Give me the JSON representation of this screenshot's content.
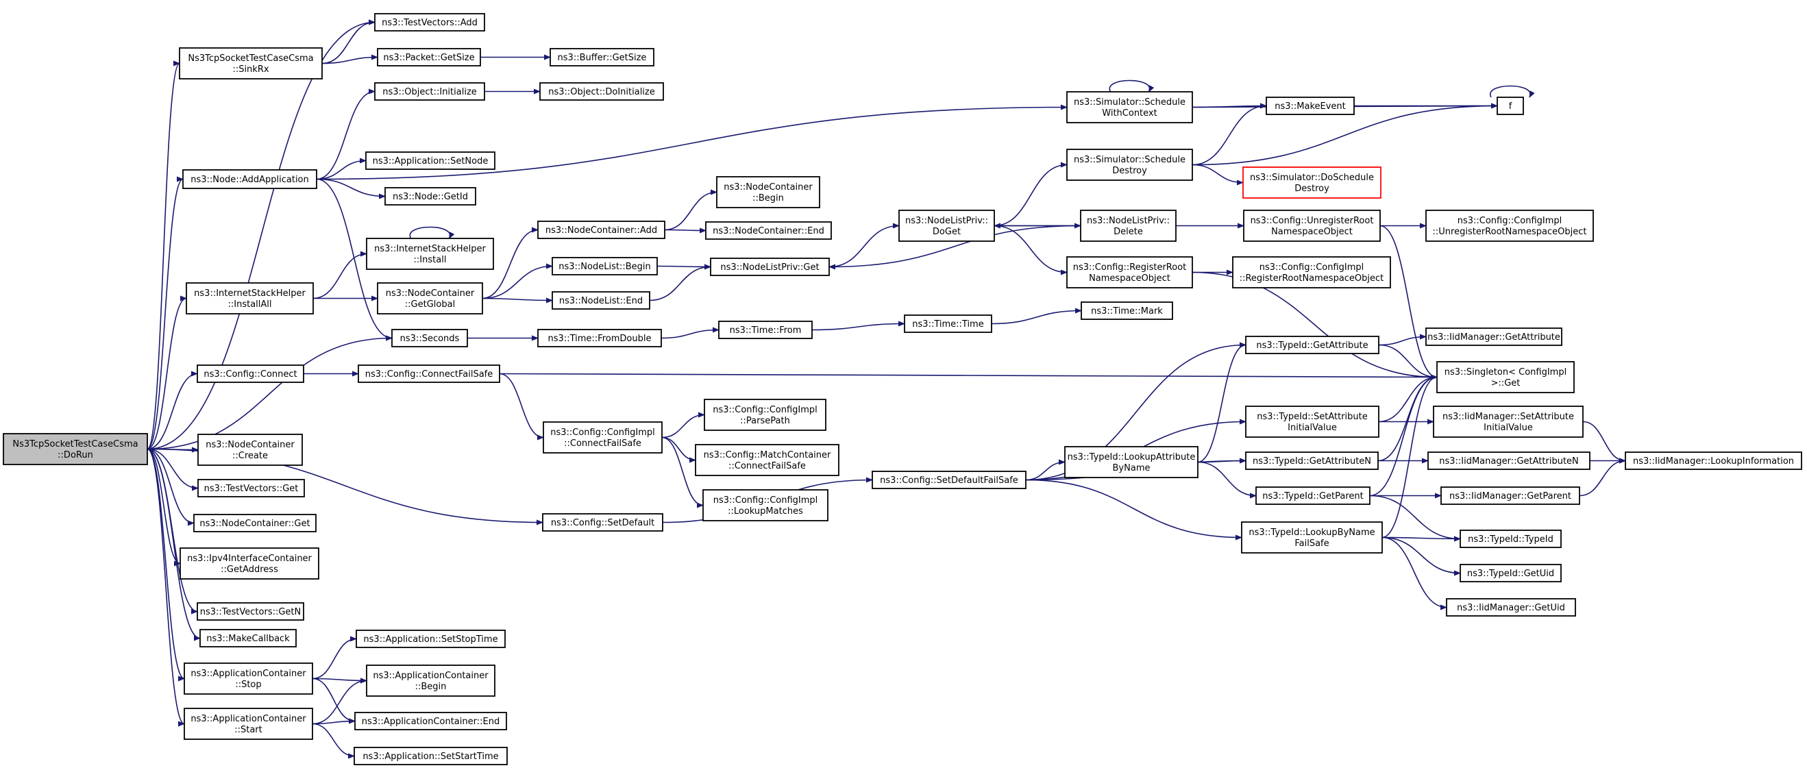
{
  "root": "dorun",
  "colors": {
    "edge": "#191970",
    "root_fill": "#bfbfbf",
    "truncated_border": "#ff0000",
    "border": "#000000"
  },
  "nodes": [
    {
      "id": "dorun",
      "lines": [
        "Ns3TcpSocketTestCaseCsma",
        "::DoRun"
      ],
      "root": true
    },
    {
      "id": "tv_add",
      "lines": [
        "ns3::TestVectors::Add"
      ]
    },
    {
      "id": "sinkrx",
      "lines": [
        "Ns3TcpSocketTestCaseCsma",
        "::SinkRx"
      ]
    },
    {
      "id": "pkt_getsize",
      "lines": [
        "ns3::Packet::GetSize"
      ]
    },
    {
      "id": "buf_getsize",
      "lines": [
        "ns3::Buffer::GetSize"
      ]
    },
    {
      "id": "obj_init",
      "lines": [
        "ns3::Object::Initialize"
      ]
    },
    {
      "id": "obj_doinit",
      "lines": [
        "ns3::Object::DoInitialize"
      ]
    },
    {
      "id": "sim_swc",
      "lines": [
        "ns3::Simulator::Schedule",
        "WithContext"
      ]
    },
    {
      "id": "makeevent",
      "lines": [
        "ns3::MakeEvent"
      ]
    },
    {
      "id": "f",
      "lines": [
        "f"
      ]
    },
    {
      "id": "node_addapp",
      "lines": [
        "ns3::Node::AddApplication"
      ]
    },
    {
      "id": "app_setnode",
      "lines": [
        "ns3::Application::SetNode"
      ]
    },
    {
      "id": "node_getid",
      "lines": [
        "ns3::Node::GetId"
      ]
    },
    {
      "id": "sim_sd",
      "lines": [
        "ns3::Simulator::Schedule",
        "Destroy"
      ]
    },
    {
      "id": "sim_dosd",
      "lines": [
        "ns3::Simulator::DoSchedule",
        "Destroy"
      ],
      "truncated": true
    },
    {
      "id": "nc_begin",
      "lines": [
        "ns3::NodeContainer",
        "::Begin"
      ]
    },
    {
      "id": "nc_add",
      "lines": [
        "ns3::NodeContainer::Add"
      ]
    },
    {
      "id": "nc_end",
      "lines": [
        "ns3::NodeContainer::End"
      ]
    },
    {
      "id": "ish_install",
      "lines": [
        "ns3::InternetStackHelper",
        "::Install"
      ]
    },
    {
      "id": "nlp_doget",
      "lines": [
        "ns3::NodeListPriv::",
        "DoGet"
      ]
    },
    {
      "id": "nlp_delete",
      "lines": [
        "ns3::NodeListPriv::",
        "Delete"
      ]
    },
    {
      "id": "cfg_unreg",
      "lines": [
        "ns3::Config::UnregisterRoot",
        "NamespaceObject"
      ]
    },
    {
      "id": "cfgimpl_unreg",
      "lines": [
        "ns3::Config::ConfigImpl",
        "::UnregisterRootNamespaceObject"
      ]
    },
    {
      "id": "nl_begin",
      "lines": [
        "ns3::NodeList::Begin"
      ]
    },
    {
      "id": "nlp_get",
      "lines": [
        "ns3::NodeListPriv::Get"
      ]
    },
    {
      "id": "cfg_reg",
      "lines": [
        "ns3::Config::RegisterRoot",
        "NamespaceObject"
      ]
    },
    {
      "id": "cfgimpl_reg",
      "lines": [
        "ns3::Config::ConfigImpl",
        "::RegisterRootNamespaceObject"
      ]
    },
    {
      "id": "ish_installall",
      "lines": [
        "ns3::InternetStackHelper",
        "::InstallAll"
      ]
    },
    {
      "id": "nc_getglobal",
      "lines": [
        "ns3::NodeContainer",
        "::GetGlobal"
      ]
    },
    {
      "id": "nl_end",
      "lines": [
        "ns3::NodeList::End"
      ]
    },
    {
      "id": "time_mark",
      "lines": [
        "ns3::Time::Mark"
      ]
    },
    {
      "id": "seconds",
      "lines": [
        "ns3::Seconds"
      ]
    },
    {
      "id": "time_fromdouble",
      "lines": [
        "ns3::Time::FromDouble"
      ]
    },
    {
      "id": "time_from",
      "lines": [
        "ns3::Time::From"
      ]
    },
    {
      "id": "time_time",
      "lines": [
        "ns3::Time::Time"
      ]
    },
    {
      "id": "tid_getattr",
      "lines": [
        "ns3::TypeId::GetAttribute"
      ]
    },
    {
      "id": "iid_getattr",
      "lines": [
        "ns3::IidManager::GetAttribute"
      ]
    },
    {
      "id": "cfg_connect",
      "lines": [
        "ns3::Config::Connect"
      ]
    },
    {
      "id": "cfg_cfs",
      "lines": [
        "ns3::Config::ConnectFailSafe"
      ]
    },
    {
      "id": "singleton",
      "lines": [
        "ns3::Singleton< ConfigImpl",
        ">::Get"
      ]
    },
    {
      "id": "cfgimpl_parsepath",
      "lines": [
        "ns3::Config::ConfigImpl",
        "::ParsePath"
      ]
    },
    {
      "id": "cfgimpl_cfs",
      "lines": [
        "ns3::Config::ConfigImpl",
        "::ConnectFailSafe"
      ]
    },
    {
      "id": "tid_setattr",
      "lines": [
        "ns3::TypeId::SetAttribute",
        "InitialValue"
      ]
    },
    {
      "id": "iid_setattr",
      "lines": [
        "ns3::IidManager::SetAttribute",
        "InitialValue"
      ]
    },
    {
      "id": "nc_create",
      "lines": [
        "ns3::NodeContainer",
        "::Create"
      ]
    },
    {
      "id": "mc_cfs",
      "lines": [
        "ns3::Config::MatchContainer",
        "::ConnectFailSafe"
      ]
    },
    {
      "id": "cfg_sdfs",
      "lines": [
        "ns3::Config::SetDefaultFailSafe"
      ]
    },
    {
      "id": "tid_lab",
      "lines": [
        "ns3::TypeId::LookupAttribute",
        "ByName"
      ]
    },
    {
      "id": "tid_getattrn",
      "lines": [
        "ns3::TypeId::GetAttributeN"
      ]
    },
    {
      "id": "iid_getattrn",
      "lines": [
        "ns3::IidManager::GetAttributeN"
      ]
    },
    {
      "id": "iid_lookupinfo",
      "lines": [
        "ns3::IidManager::LookupInformation"
      ]
    },
    {
      "id": "tv_get",
      "lines": [
        "ns3::TestVectors::Get"
      ]
    },
    {
      "id": "cfgimpl_lm",
      "lines": [
        "ns3::Config::ConfigImpl",
        "::LookupMatches"
      ]
    },
    {
      "id": "tid_getparent",
      "lines": [
        "ns3::TypeId::GetParent"
      ]
    },
    {
      "id": "iid_getparent",
      "lines": [
        "ns3::IidManager::GetParent"
      ]
    },
    {
      "id": "nc_get",
      "lines": [
        "ns3::NodeContainer::Get"
      ]
    },
    {
      "id": "cfg_setdefault",
      "lines": [
        "ns3::Config::SetDefault"
      ]
    },
    {
      "id": "tid_lbnfs",
      "lines": [
        "ns3::TypeId::LookupByName",
        "FailSafe"
      ]
    },
    {
      "id": "tid_typeid",
      "lines": [
        "ns3::TypeId::TypeId"
      ]
    },
    {
      "id": "ipv4_getaddr",
      "lines": [
        "ns3::Ipv4InterfaceContainer",
        "::GetAddress"
      ]
    },
    {
      "id": "tid_getuid",
      "lines": [
        "ns3::TypeId::GetUid"
      ]
    },
    {
      "id": "tv_getn",
      "lines": [
        "ns3::TestVectors::GetN"
      ]
    },
    {
      "id": "iid_getuid",
      "lines": [
        "ns3::IidManager::GetUid"
      ]
    },
    {
      "id": "makecallback",
      "lines": [
        "ns3::MakeCallback"
      ]
    },
    {
      "id": "app_setstop",
      "lines": [
        "ns3::Application::SetStopTime"
      ]
    },
    {
      "id": "ac_stop",
      "lines": [
        "ns3::ApplicationContainer",
        "::Stop"
      ]
    },
    {
      "id": "ac_begin",
      "lines": [
        "ns3::ApplicationContainer",
        "::Begin"
      ]
    },
    {
      "id": "ac_start",
      "lines": [
        "ns3::ApplicationContainer",
        "::Start"
      ]
    },
    {
      "id": "ac_end",
      "lines": [
        "ns3::ApplicationContainer::End"
      ]
    },
    {
      "id": "app_setstart",
      "lines": [
        "ns3::Application::SetStartTime"
      ]
    }
  ],
  "edges": [
    [
      "dorun",
      "tv_add"
    ],
    [
      "dorun",
      "sinkrx"
    ],
    [
      "dorun",
      "node_addapp"
    ],
    [
      "dorun",
      "ish_installall"
    ],
    [
      "dorun",
      "seconds"
    ],
    [
      "dorun",
      "cfg_connect"
    ],
    [
      "dorun",
      "nc_create"
    ],
    [
      "dorun",
      "tv_get"
    ],
    [
      "dorun",
      "nc_get"
    ],
    [
      "dorun",
      "ipv4_getaddr"
    ],
    [
      "dorun",
      "tv_getn"
    ],
    [
      "dorun",
      "makecallback"
    ],
    [
      "dorun",
      "ac_stop"
    ],
    [
      "dorun",
      "ac_start"
    ],
    [
      "dorun",
      "cfg_setdefault"
    ],
    [
      "sinkrx",
      "tv_add"
    ],
    [
      "sinkrx",
      "pkt_getsize"
    ],
    [
      "pkt_getsize",
      "buf_getsize"
    ],
    [
      "node_addapp",
      "obj_init"
    ],
    [
      "node_addapp",
      "sim_swc"
    ],
    [
      "node_addapp",
      "app_setnode"
    ],
    [
      "node_addapp",
      "node_getid"
    ],
    [
      "node_addapp",
      "seconds"
    ],
    [
      "obj_init",
      "obj_doinit"
    ],
    [
      "sim_swc",
      "sim_swc"
    ],
    [
      "sim_swc",
      "makeevent"
    ],
    [
      "sim_swc",
      "f"
    ],
    [
      "makeevent",
      "f"
    ],
    [
      "f",
      "f"
    ],
    [
      "sim_sd",
      "makeevent"
    ],
    [
      "sim_sd",
      "f"
    ],
    [
      "sim_sd",
      "sim_dosd"
    ],
    [
      "ish_installall",
      "ish_install"
    ],
    [
      "ish_installall",
      "nc_getglobal"
    ],
    [
      "ish_install",
      "ish_install"
    ],
    [
      "nc_getglobal",
      "nc_add"
    ],
    [
      "nc_getglobal",
      "nl_begin"
    ],
    [
      "nc_getglobal",
      "nl_end"
    ],
    [
      "nc_add",
      "nc_begin"
    ],
    [
      "nc_add",
      "nc_end"
    ],
    [
      "nl_begin",
      "nlp_get"
    ],
    [
      "nl_end",
      "nlp_get"
    ],
    [
      "nlp_get",
      "nlp_doget"
    ],
    [
      "nlp_doget",
      "sim_sd"
    ],
    [
      "nlp_doget",
      "nlp_delete"
    ],
    [
      "nlp_doget",
      "cfg_reg"
    ],
    [
      "nlp_delete",
      "nlp_doget"
    ],
    [
      "nlp_delete",
      "nlp_get"
    ],
    [
      "nlp_delete",
      "cfg_unreg"
    ],
    [
      "cfg_unreg",
      "cfgimpl_unreg"
    ],
    [
      "cfg_unreg",
      "singleton"
    ],
    [
      "cfg_reg",
      "cfgimpl_reg"
    ],
    [
      "cfg_reg",
      "singleton"
    ],
    [
      "seconds",
      "time_fromdouble"
    ],
    [
      "time_fromdouble",
      "time_from"
    ],
    [
      "time_from",
      "time_time"
    ],
    [
      "time_time",
      "time_mark"
    ],
    [
      "cfg_connect",
      "cfg_cfs"
    ],
    [
      "cfg_cfs",
      "singleton"
    ],
    [
      "cfg_cfs",
      "cfgimpl_cfs"
    ],
    [
      "cfgimpl_cfs",
      "cfgimpl_parsepath"
    ],
    [
      "cfgimpl_cfs",
      "mc_cfs"
    ],
    [
      "cfgimpl_cfs",
      "cfgimpl_lm"
    ],
    [
      "cfg_setdefault",
      "cfg_sdfs"
    ],
    [
      "cfg_sdfs",
      "tid_getattr"
    ],
    [
      "cfg_sdfs",
      "tid_setattr"
    ],
    [
      "cfg_sdfs",
      "tid_lab"
    ],
    [
      "cfg_sdfs",
      "tid_getattrn"
    ],
    [
      "cfg_sdfs",
      "tid_lbnfs"
    ],
    [
      "tid_lab",
      "tid_getattr"
    ],
    [
      "tid_lab",
      "tid_getattrn"
    ],
    [
      "tid_lab",
      "tid_getparent"
    ],
    [
      "tid_getattr",
      "iid_getattr"
    ],
    [
      "tid_getattr",
      "singleton"
    ],
    [
      "tid_setattr",
      "singleton"
    ],
    [
      "tid_setattr",
      "iid_setattr"
    ],
    [
      "tid_getattrn",
      "singleton"
    ],
    [
      "tid_getattrn",
      "iid_getattrn"
    ],
    [
      "tid_getparent",
      "singleton"
    ],
    [
      "tid_getparent",
      "iid_getparent"
    ],
    [
      "tid_getparent",
      "tid_typeid"
    ],
    [
      "tid_lbnfs",
      "singleton"
    ],
    [
      "tid_lbnfs",
      "tid_typeid"
    ],
    [
      "tid_lbnfs",
      "tid_getuid"
    ],
    [
      "tid_lbnfs",
      "iid_getuid"
    ],
    [
      "iid_setattr",
      "iid_lookupinfo"
    ],
    [
      "iid_getattrn",
      "iid_lookupinfo"
    ],
    [
      "iid_getparent",
      "iid_lookupinfo"
    ],
    [
      "ac_stop",
      "app_setstop"
    ],
    [
      "ac_stop",
      "ac_begin"
    ],
    [
      "ac_stop",
      "ac_end"
    ],
    [
      "ac_start",
      "ac_begin"
    ],
    [
      "ac_start",
      "ac_end"
    ],
    [
      "ac_start",
      "app_setstart"
    ]
  ]
}
